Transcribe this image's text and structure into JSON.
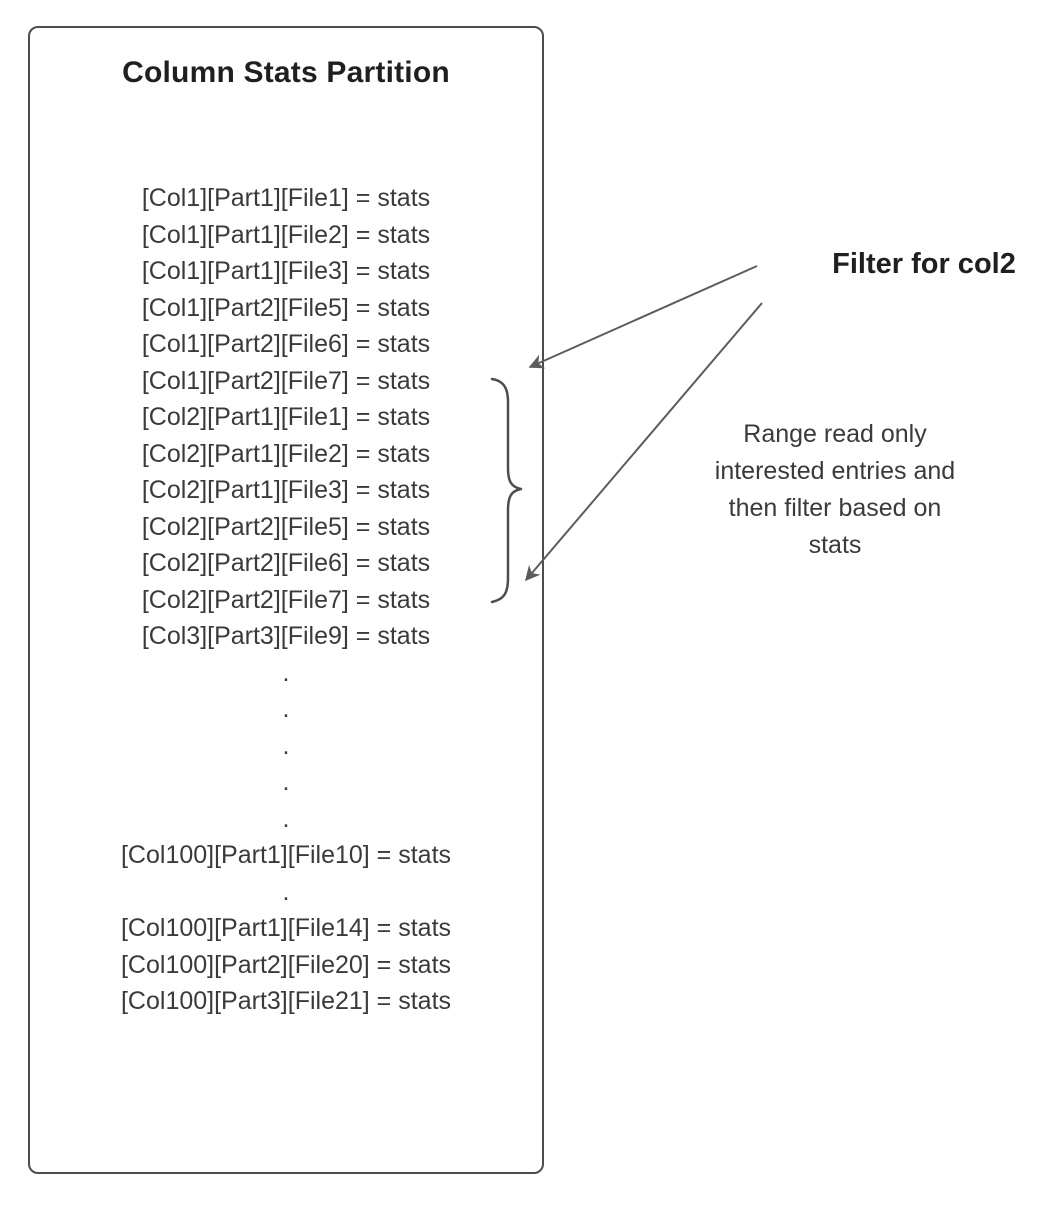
{
  "colors": {
    "arrow_stroke": "#5c5c5c",
    "box_border": "#4d4d4d",
    "text": "#3a3a3a",
    "background": "#ffffff"
  },
  "diagram": {
    "box_title": "Column Stats Partition",
    "entries": [
      "[Col1][Part1][File1] = stats",
      "[Col1][Part1][File2] = stats",
      "[Col1][Part1][File3] = stats",
      "[Col1][Part2][File5] = stats",
      "[Col1][Part2][File6] = stats",
      "[Col1][Part2][File7] = stats",
      "[Col2][Part1][File1] = stats",
      "[Col2][Part1][File2] = stats",
      "[Col2][Part1][File3] = stats",
      "[Col2][Part2][File5] = stats",
      "[Col2][Part2][File6] = stats",
      "[Col2][Part2][File7] = stats",
      "[Col3][Part3][File9] = stats",
      ".",
      ".",
      ".",
      ".",
      ".",
      "[Col100][Part1][File10] = stats",
      ".",
      "[Col100][Part1][File14] = stats",
      "[Col100][Part2][File20] = stats",
      "[Col100][Part3][File21] = stats"
    ],
    "filter_label": "Filter for col2",
    "range_note_lines": [
      "Range read only",
      "interested entries and",
      "then filter based on",
      "stats"
    ],
    "range_note_text": "Range read only interested entries and then filter based on stats"
  }
}
